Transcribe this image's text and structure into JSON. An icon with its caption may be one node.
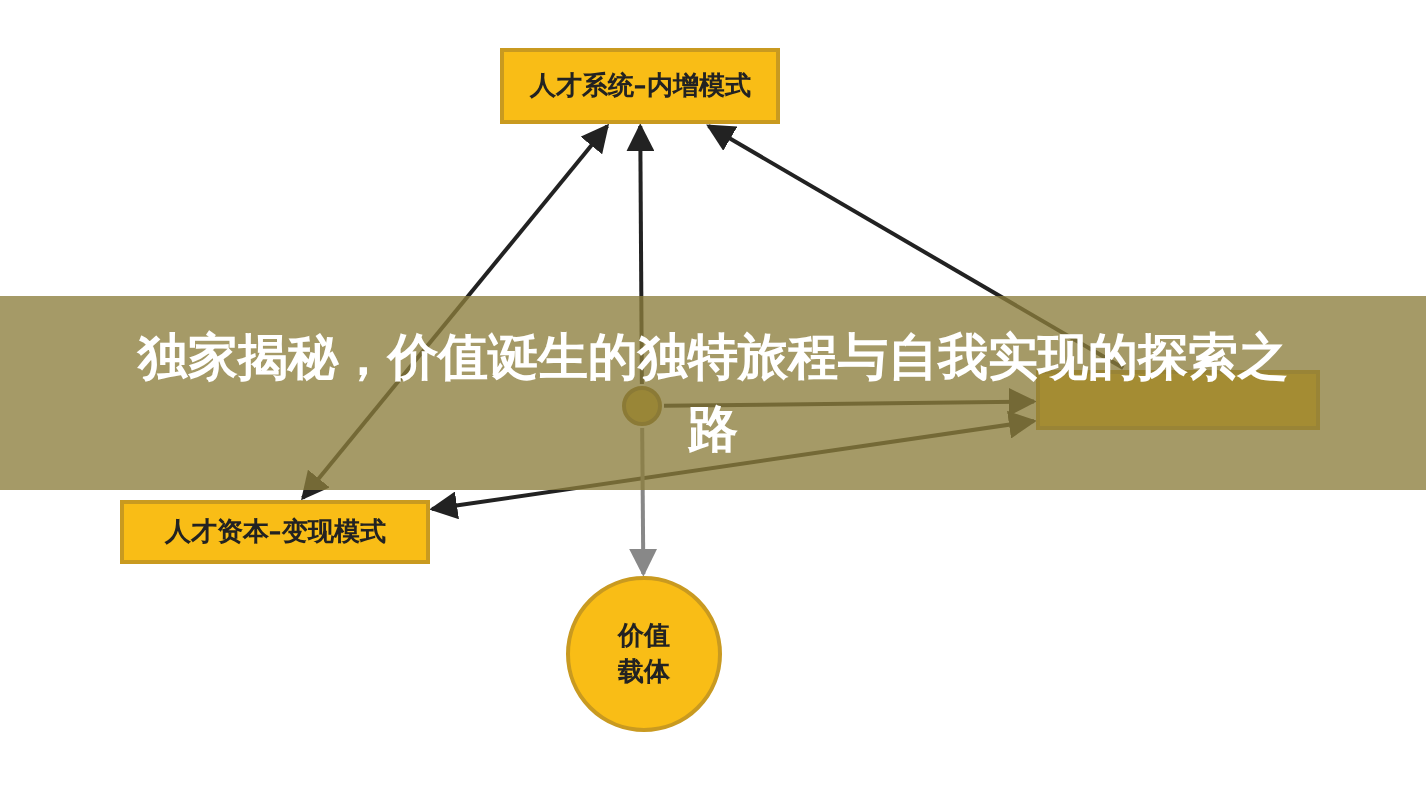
{
  "diagram": {
    "title": "独家揭秘，价值诞生的独特旅程与自我实现的探索之路",
    "nodes": [
      {
        "text": [
          "人才系统–内增模式"
        ]
      },
      {
        "text": [],
        "shape": "box"
      },
      {
        "text": [
          "人才资本–变现模式"
        ]
      },
      {
        "text": [],
        "shape": "circle"
      },
      {
        "text": [
          "价值载体"
        ]
      }
    ],
    "edges": [
      {
        "from": 3,
        "to": 0,
        "arrow": "to"
      },
      {
        "from": 2,
        "to": 0,
        "arrow": "both"
      },
      {
        "from": 1,
        "to": 0,
        "arrow": "to"
      },
      {
        "from": 3,
        "to": 1,
        "arrow": "to"
      },
      {
        "from": 2,
        "to": 1,
        "arrow": "both"
      },
      {
        "from": 3,
        "to": 4,
        "arrow": "to",
        "color": "#888888"
      }
    ]
  }
}
